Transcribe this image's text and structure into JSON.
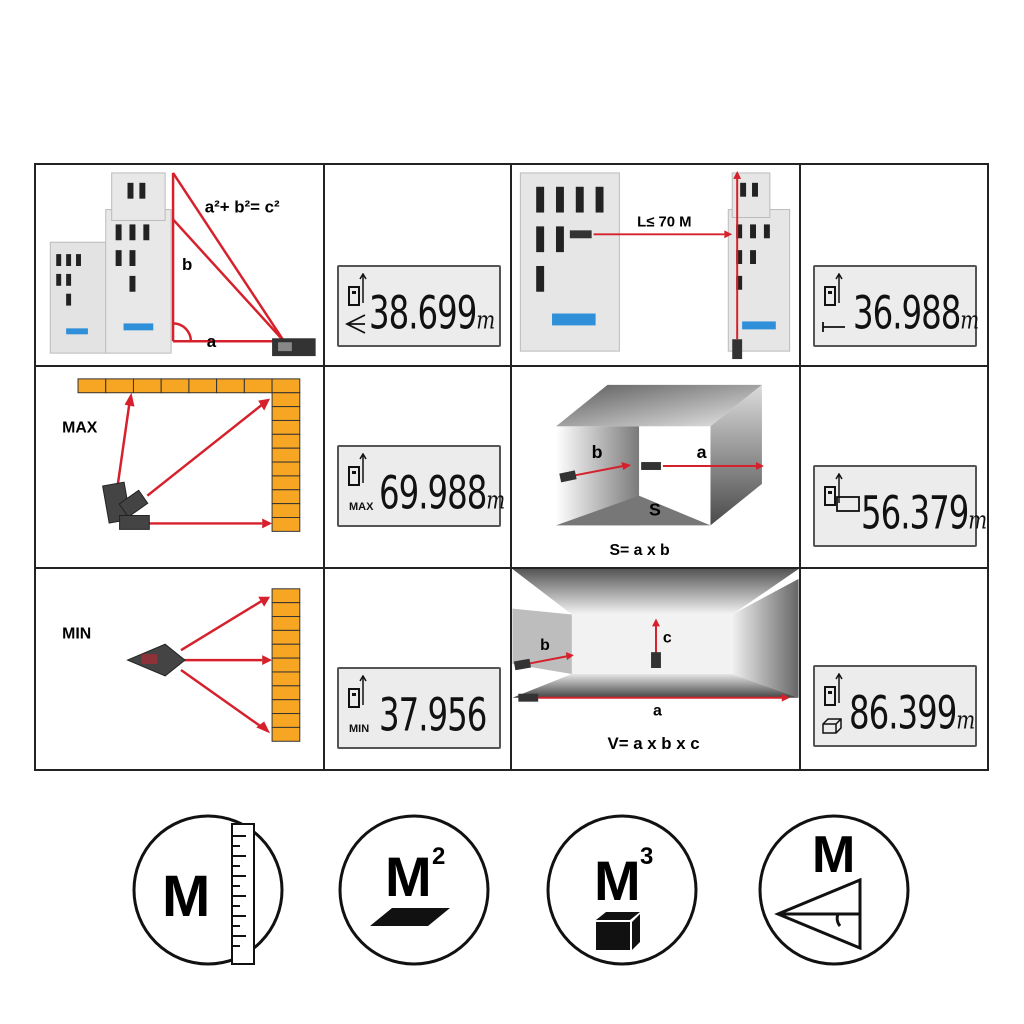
{
  "functions": [
    {
      "name": "pythagorean",
      "formula": "a²+ b²= c²",
      "side_a": "a",
      "side_b": "b",
      "display": "38.699",
      "unit": "m"
    },
    {
      "name": "distance",
      "range_label": "L≤ 70 M",
      "display": "36.988",
      "unit": "m"
    },
    {
      "name": "max-tracking",
      "label": "MAX",
      "display_mode": "MAX",
      "display": "69.988",
      "unit": "m"
    },
    {
      "name": "area",
      "a": "a",
      "b": "b",
      "s": "S",
      "formula": "S= a x b",
      "display": "56.379",
      "unit": "m"
    },
    {
      "name": "min-tracking",
      "label": "MIN",
      "display_mode": "MIN",
      "display": "37.956"
    },
    {
      "name": "volume",
      "a": "a",
      "b": "b",
      "c": "c",
      "formula": "V= a x b x c",
      "display": "86.399",
      "unit": "m"
    }
  ],
  "mode_icons": [
    {
      "label": "M",
      "icon": "length-ruler-icon"
    },
    {
      "label": "M",
      "sup": "2",
      "icon": "area-plane-icon"
    },
    {
      "label": "M",
      "sup": "3",
      "icon": "volume-cube-icon"
    },
    {
      "label": "M",
      "icon": "triangle-angle-icon"
    }
  ],
  "colors": {
    "laser": "#d6202b",
    "brick": "#f6a623",
    "lcd": "#ececec",
    "building": "#e3e3e3",
    "accent": "#2f8fd8"
  }
}
